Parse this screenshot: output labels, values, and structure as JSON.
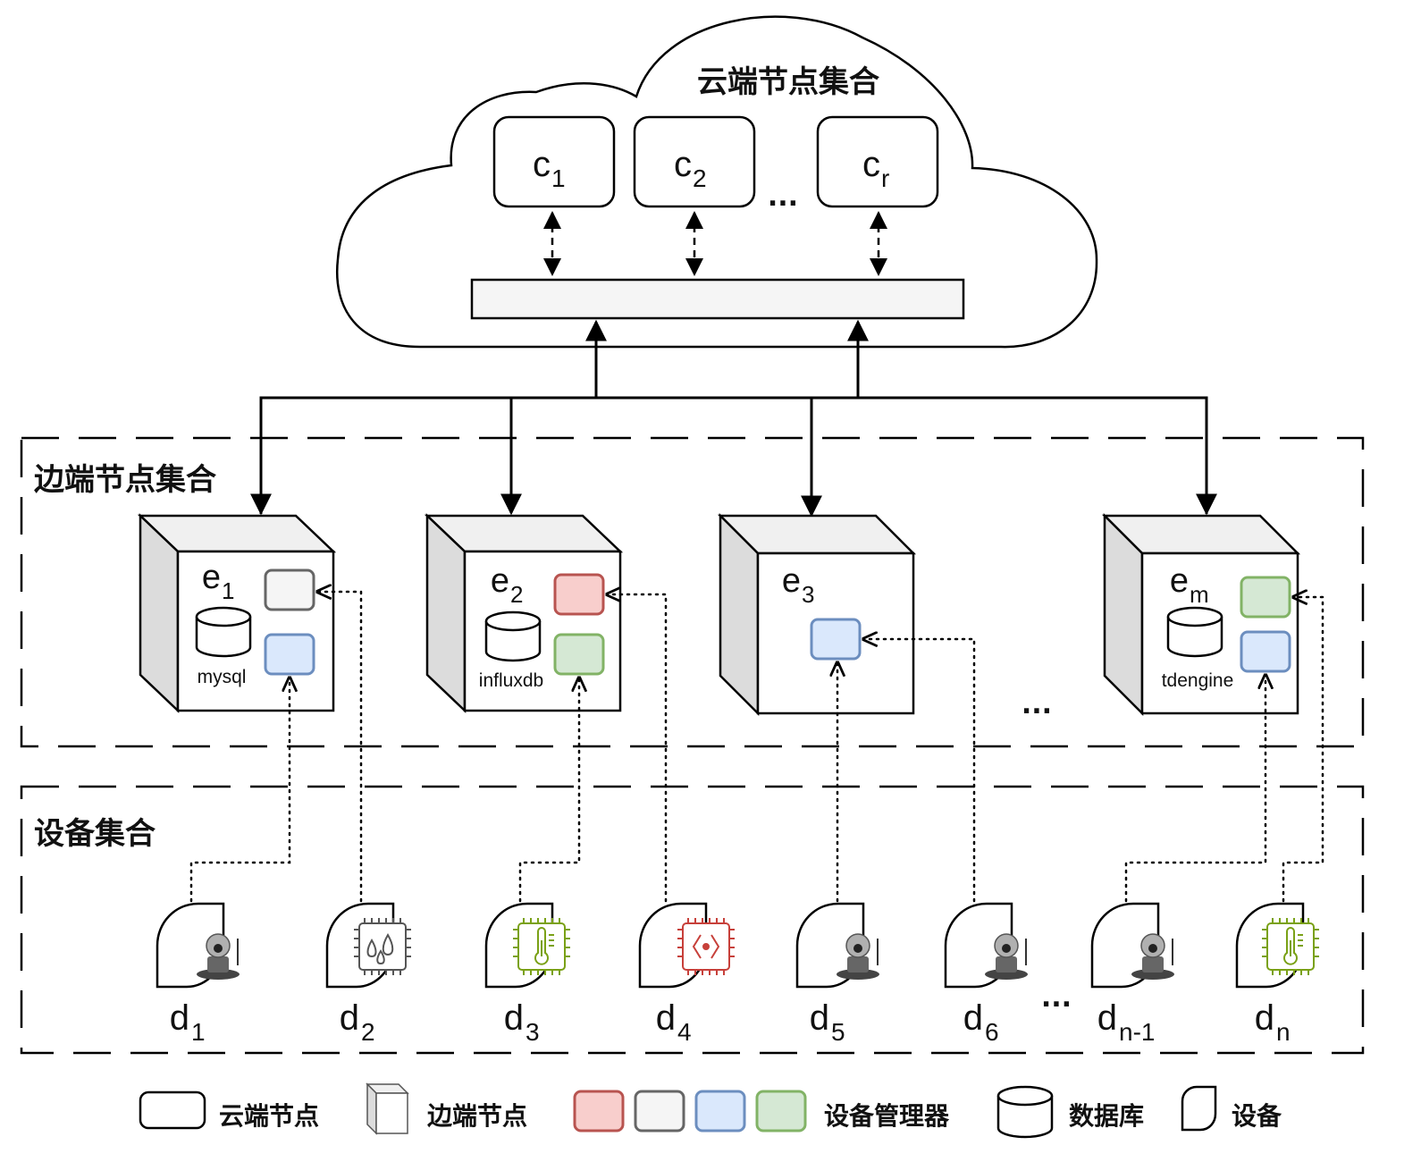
{
  "cloud": {
    "title": "云端节点集合",
    "nodes": [
      {
        "base": "c",
        "sub": "1"
      },
      {
        "base": "c",
        "sub": "2"
      },
      {
        "base": "c",
        "sub": "r"
      }
    ],
    "ellipsis": "..."
  },
  "edge": {
    "title": "边端节点集合",
    "nodes": [
      {
        "base": "e",
        "sub": "1",
        "db": "mysql"
      },
      {
        "base": "e",
        "sub": "2",
        "db": "influxdb"
      },
      {
        "base": "e",
        "sub": "3",
        "db": ""
      },
      {
        "base": "e",
        "sub": "m",
        "db": "tdengine"
      }
    ],
    "ellipsis": "..."
  },
  "devices": {
    "title": "设备集合",
    "items": [
      {
        "base": "d",
        "sub": "1",
        "icon": "camera-icon"
      },
      {
        "base": "d",
        "sub": "2",
        "icon": "humidity-chip-icon"
      },
      {
        "base": "d",
        "sub": "3",
        "icon": "temperature-chip-icon"
      },
      {
        "base": "d",
        "sub": "4",
        "icon": "code-chip-icon"
      },
      {
        "base": "d",
        "sub": "5",
        "icon": "camera-icon"
      },
      {
        "base": "d",
        "sub": "6",
        "icon": "camera-icon"
      },
      {
        "base": "d",
        "sub": "n-1",
        "icon": "camera-icon"
      },
      {
        "base": "d",
        "sub": "n",
        "icon": "temperature-chip-icon"
      }
    ],
    "ellipsis": "..."
  },
  "legend": {
    "cloud_node": "云端节点",
    "edge_node": "边端节点",
    "device_manager": "设备管理器",
    "database": "数据库",
    "device": "设备"
  },
  "colors": {
    "red_fill": "#f8cecc",
    "red_stroke": "#b85450",
    "gray_fill": "#f5f5f5",
    "gray_stroke": "#666666",
    "blue_fill": "#dae8fc",
    "blue_stroke": "#6c8ebf",
    "green_fill": "#d5e8d4",
    "green_stroke": "#82b366"
  }
}
